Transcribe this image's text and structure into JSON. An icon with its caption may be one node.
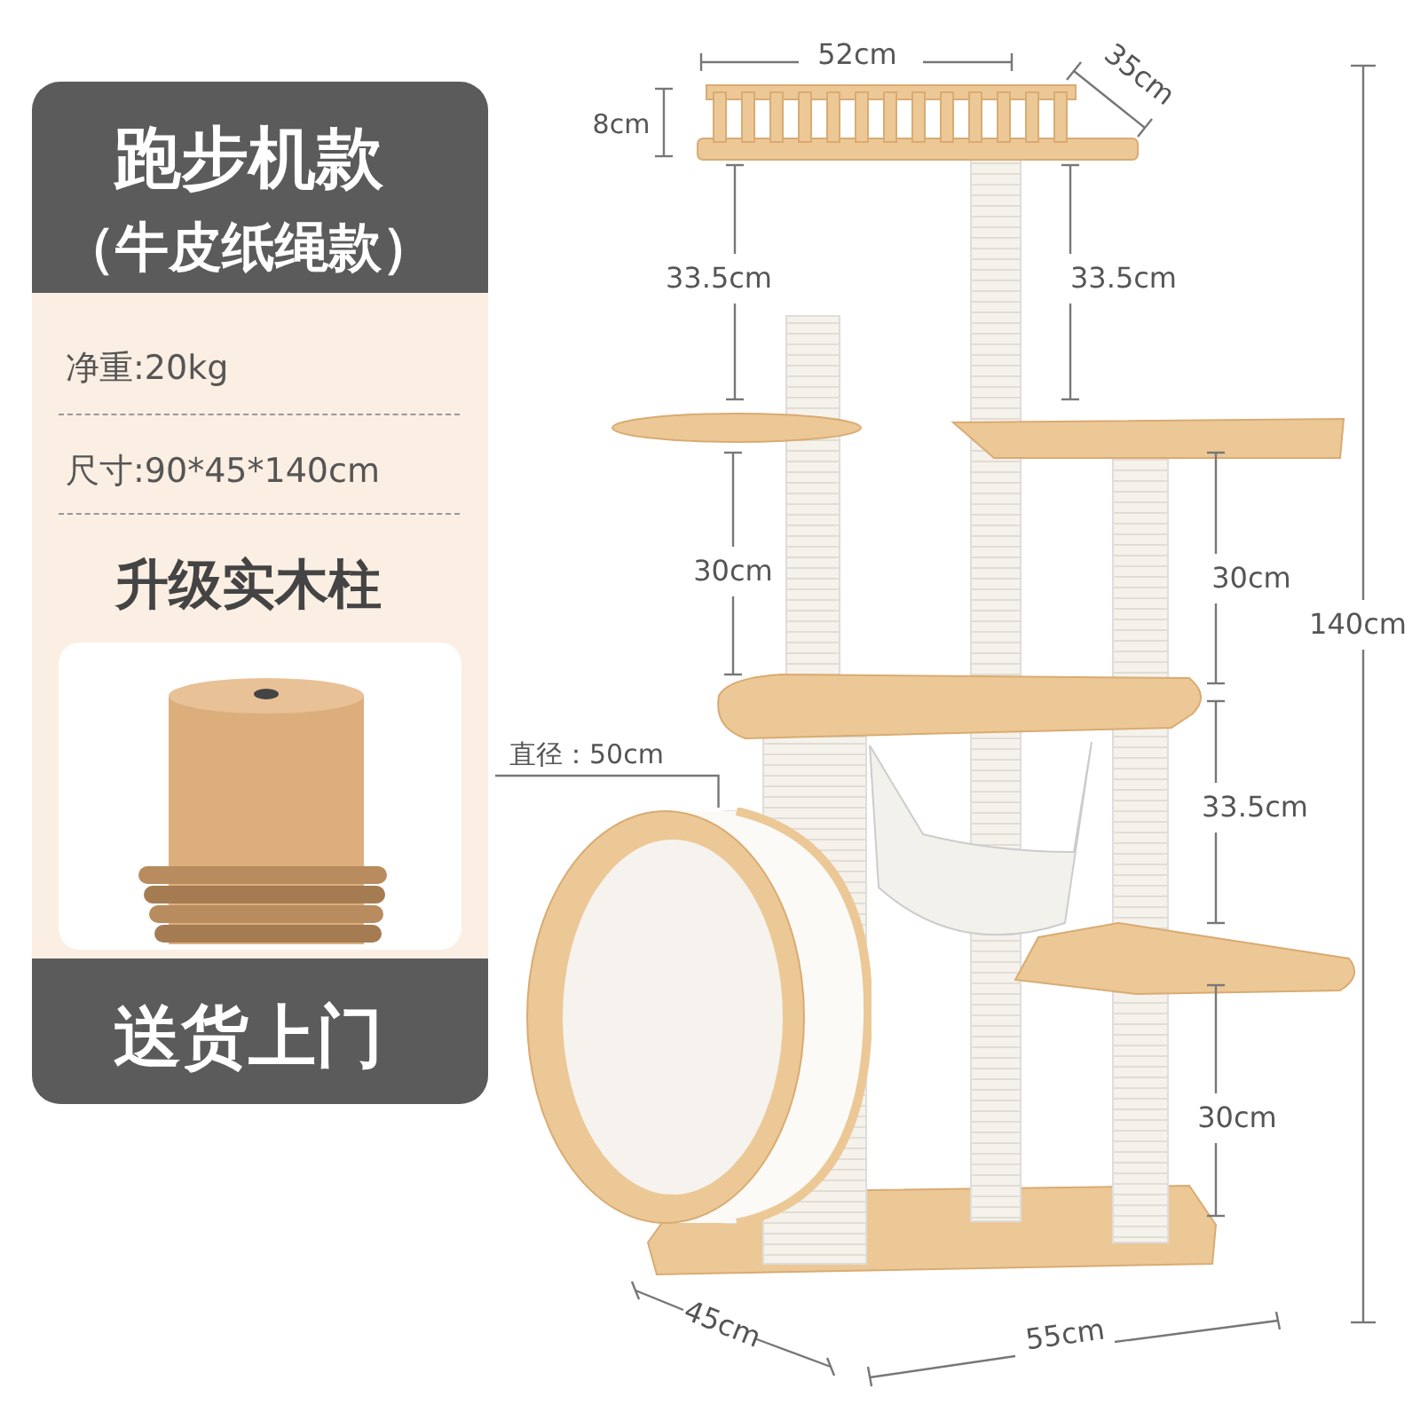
{
  "diagram": {
    "nodes": [
      {
        "text": [
          "直径：50cm"
        ]
      },
      {
        "text": [],
        "shape": "picture"
      }
    ],
    "edges": [
      {
        "from": 0,
        "to": 1,
        "arrow": "none"
      }
    ],
    "labels": [
      "跑步机款",
      "（牛皮纸绳款）",
      "净重:20kg",
      "尺寸:90*45*140cm",
      "升级实木柱",
      "送货上门",
      "52cm",
      "35cm",
      "8cm",
      "33.5cm",
      "33.5cm",
      "30cm",
      "30cm",
      "140cm",
      "33.5cm",
      "30cm",
      "45cm",
      "55cm"
    ]
  }
}
